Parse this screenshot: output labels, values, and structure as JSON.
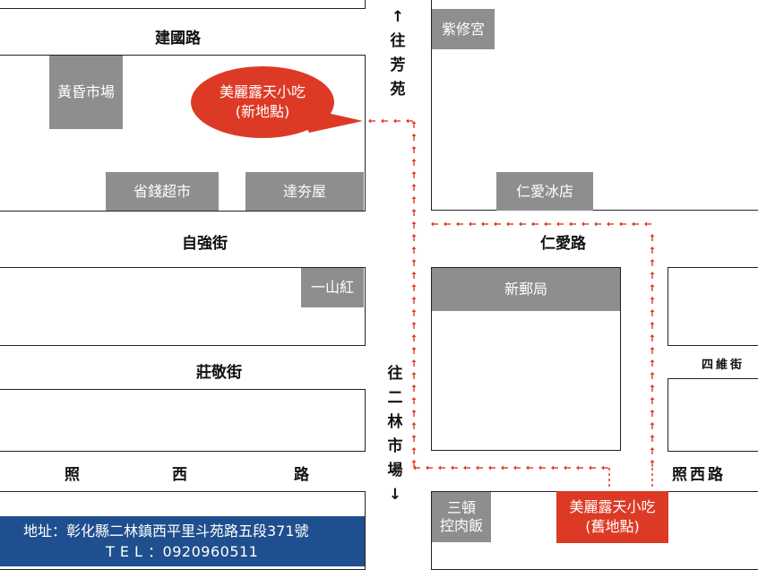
{
  "roads": {
    "jianguo": "建國路",
    "ziqiang": "自強街",
    "zhuangjing": "莊敬街",
    "zhaoxi_left": [
      "照",
      "西",
      "路"
    ],
    "renai": "仁愛路",
    "siwei": "四維街",
    "zhaoxi_right": "照西路"
  },
  "directions": {
    "north": [
      "↑",
      "往",
      "芳",
      "苑"
    ],
    "south": [
      "往",
      "二",
      "林",
      "市",
      "場",
      "↓"
    ]
  },
  "landmarks": {
    "huanghun": "黃昏市場",
    "shengqian": "省錢超市",
    "dakua": "達夯屋",
    "yishanhong": "一山紅",
    "zixiu": "紫修宮",
    "renai_ice": "仁愛冰店",
    "post": "新郵局",
    "sandun_1": "三頓",
    "sandun_2": "控肉飯"
  },
  "new_location": {
    "line1": "美麗露天小吃",
    "line2": "(新地點)"
  },
  "old_location": {
    "line1": "美麗露天小吃",
    "line2": "(舊地點)"
  },
  "info": {
    "address": "地址：彰化縣二林鎮西平里斗苑路五段371號",
    "tel": "T E L ：0920960511"
  },
  "colors": {
    "route": "#dd3a26",
    "marker": "#dd3a26",
    "label_box": "#8e8e8e",
    "info_bar": "#1f4f8e"
  }
}
